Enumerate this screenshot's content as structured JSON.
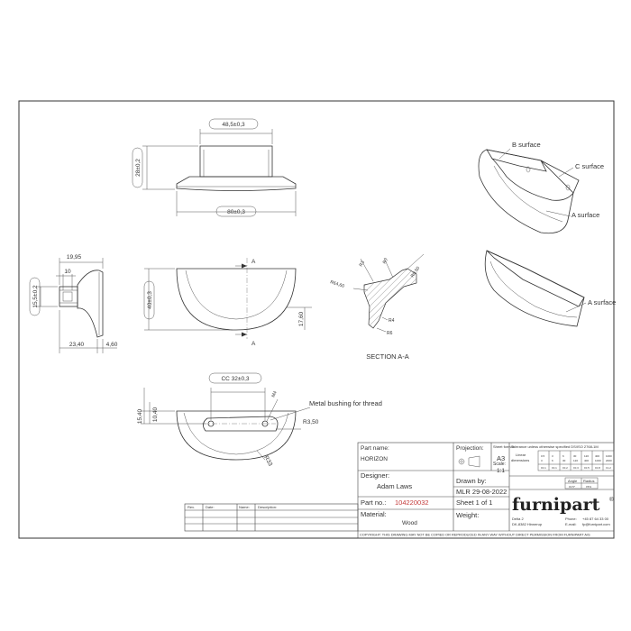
{
  "views": {
    "top": {
      "width_dim": "48,5±0,3",
      "length_dim": "80±0,3",
      "height_dim": "28±0,2"
    },
    "side": {
      "dim_top": "19,95",
      "dim_hole": "10",
      "dim_left": "15,5±0,2",
      "dim_bottom_left": "23,40",
      "dim_bottom_right": "4,60"
    },
    "front": {
      "height_dim": "40±0,3",
      "right_dim": "17,60",
      "section_mark": "A"
    },
    "section": {
      "title": "SECTION A-A",
      "radii": [
        "R3",
        "R7",
        "R0,50",
        "R64,60",
        "R4",
        "R6"
      ]
    },
    "bottom": {
      "cc_dim": "CC 32±0,3",
      "thread": "M4",
      "bushing_label": "Metal bushing for thread",
      "dim_15": "15,40",
      "dim_10": "10,40",
      "r35": "R3,50",
      "r33": "R33"
    },
    "iso": {
      "b_surface": "B surface",
      "c_surface": "C surface",
      "a_surface_1": "A surface",
      "a_surface_2": "A surface"
    }
  },
  "title_block": {
    "part_name_label": "Part name:",
    "part_name": "HORIZON",
    "projection_label": "Projection:",
    "sheet_format_label": "Sheet format:",
    "sheet_format": "A3",
    "scale_label": "Scale:",
    "scale": "1:1",
    "designer_label": "Designer:",
    "designer": "Adam Laws",
    "drawn_by_label": "Drawn by:",
    "drawn_by": "MLR 29-08-2022",
    "part_no_label": "Part no.:",
    "part_no": "104220032",
    "sheet_label": "Sheet 1 of 1",
    "material_label": "Material:",
    "material": "Wood",
    "weight_label": "Weight:",
    "tolerance_title": "Tolerance unless otherwise specified DS/ISO 2768-1M",
    "linear_label": "Linear",
    "dimensions_label": "dimensions",
    "range_labels": [
      "0.5",
      "3",
      "6",
      "30",
      "120",
      "400",
      "1000"
    ],
    "range_labels_2": [
      "3",
      "6",
      "30",
      "120",
      "400",
      "1000",
      "2000"
    ],
    "tol_values": [
      "±0.1",
      "±0.1",
      "±0.2",
      "±0.3",
      "±0.5",
      "±0.8",
      "±1.2"
    ],
    "angle_label": "Angle",
    "radius_label": "Radius",
    "angle_value": "±0.5°",
    "radius_value": "±5%",
    "company": "furnipart",
    "registered": "®",
    "addr1": "Delta 2",
    "addr2": "DK-8382 Hinnerup",
    "phone_label": "Phone:",
    "email_label": "E-mail:",
    "phone": "+45 87 64 33 00",
    "email": "fp@furnipart.com",
    "copyright": "COPYRIGHT: THIS DRAWING MAY NOT BE COPIED OR REPRODUCED IN ANY WAY WITHOUT DIRECT PERMISSION FROM FURNIPART A/S",
    "rev_headers": [
      "Rev.",
      "Date:",
      "Name:",
      "Description:"
    ]
  }
}
